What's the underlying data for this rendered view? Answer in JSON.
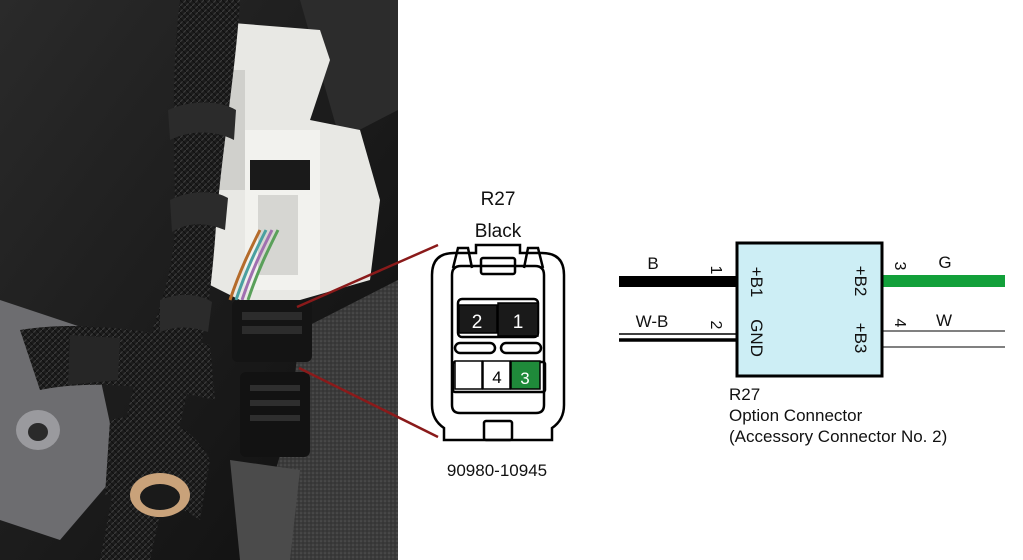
{
  "connector_face": {
    "id": "R27",
    "color": "Black",
    "part_number": "90980-10945",
    "pins": [
      {
        "label": "2",
        "fill": "#1a1a1a",
        "text_color": "#ffffff"
      },
      {
        "label": "1",
        "fill": "#1a1a1a",
        "text_color": "#ffffff"
      },
      {
        "label": "",
        "fill": "#ffffff",
        "text_color": "#000000"
      },
      {
        "label": "4",
        "fill": "#ffffff",
        "text_color": "#000000"
      },
      {
        "label": "3",
        "fill": "#1f8a3a",
        "text_color": "#ffffff"
      }
    ],
    "leader_color": "#8a1a1a"
  },
  "schematic": {
    "box_fill": "#cdeef5",
    "left_wires": [
      {
        "color_code": "B",
        "pin": "1",
        "terminal": "+B1",
        "wire_color": "#000000"
      },
      {
        "color_code": "W-B",
        "pin": "2",
        "terminal": "GND",
        "wire_color": "#000000"
      }
    ],
    "right_wires": [
      {
        "color_code": "G",
        "pin": "3",
        "terminal": "+B2",
        "wire_color": "#12a03a"
      },
      {
        "color_code": "W",
        "pin": "4",
        "terminal": "+B3",
        "wire_color": "#ffffff"
      }
    ],
    "caption": [
      "R27",
      "Option Connector",
      "(Accessory Connector No. 2)"
    ]
  }
}
